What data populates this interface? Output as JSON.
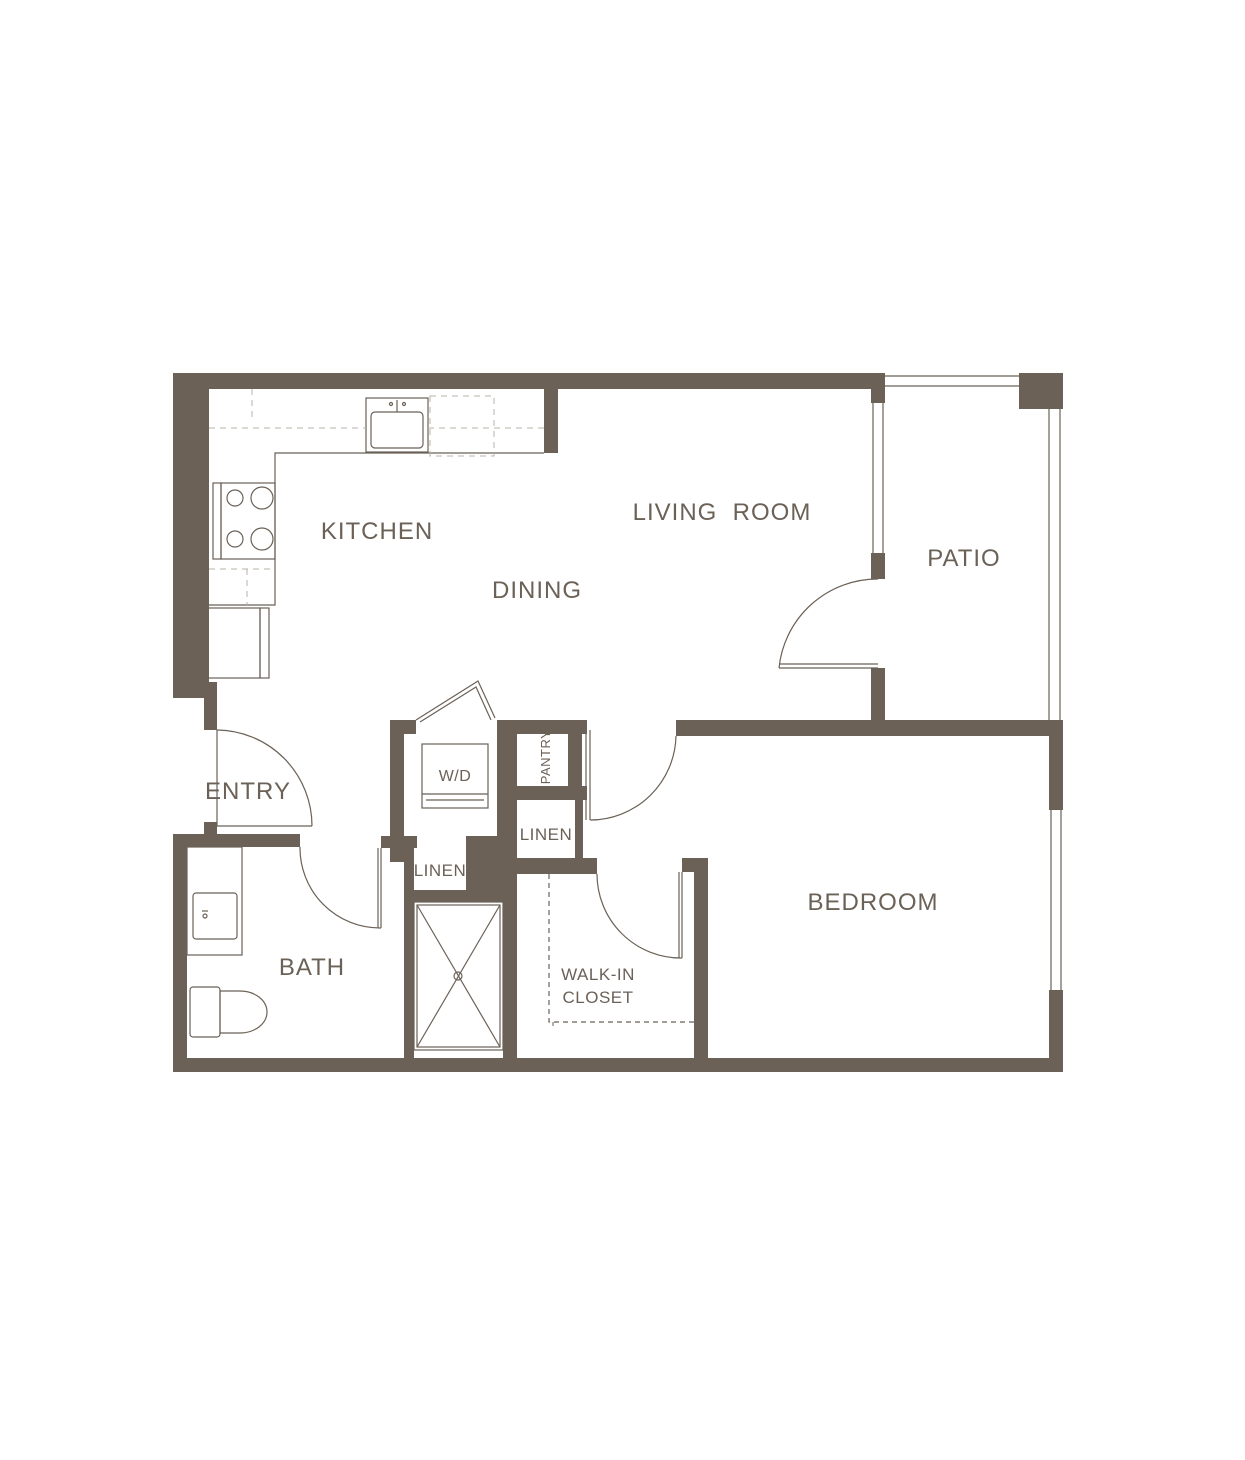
{
  "colors": {
    "wall": "#6b6157",
    "line": "#6b6157",
    "dashed": "#b8b0a8",
    "background": "#ffffff"
  },
  "rooms": {
    "kitchen": "KITCHEN",
    "dining": "DINING",
    "living_room": "LIVING  ROOM",
    "patio": "PATIO",
    "entry": "ENTRY",
    "wd": "W/D",
    "pantry": "PANTRY",
    "linen_upper": "LINEN",
    "linen_lower": "LINEN",
    "bath": "BATH",
    "walkin_line1": "WALK-IN",
    "walkin_line2": "CLOSET",
    "bedroom": "BEDROOM"
  }
}
